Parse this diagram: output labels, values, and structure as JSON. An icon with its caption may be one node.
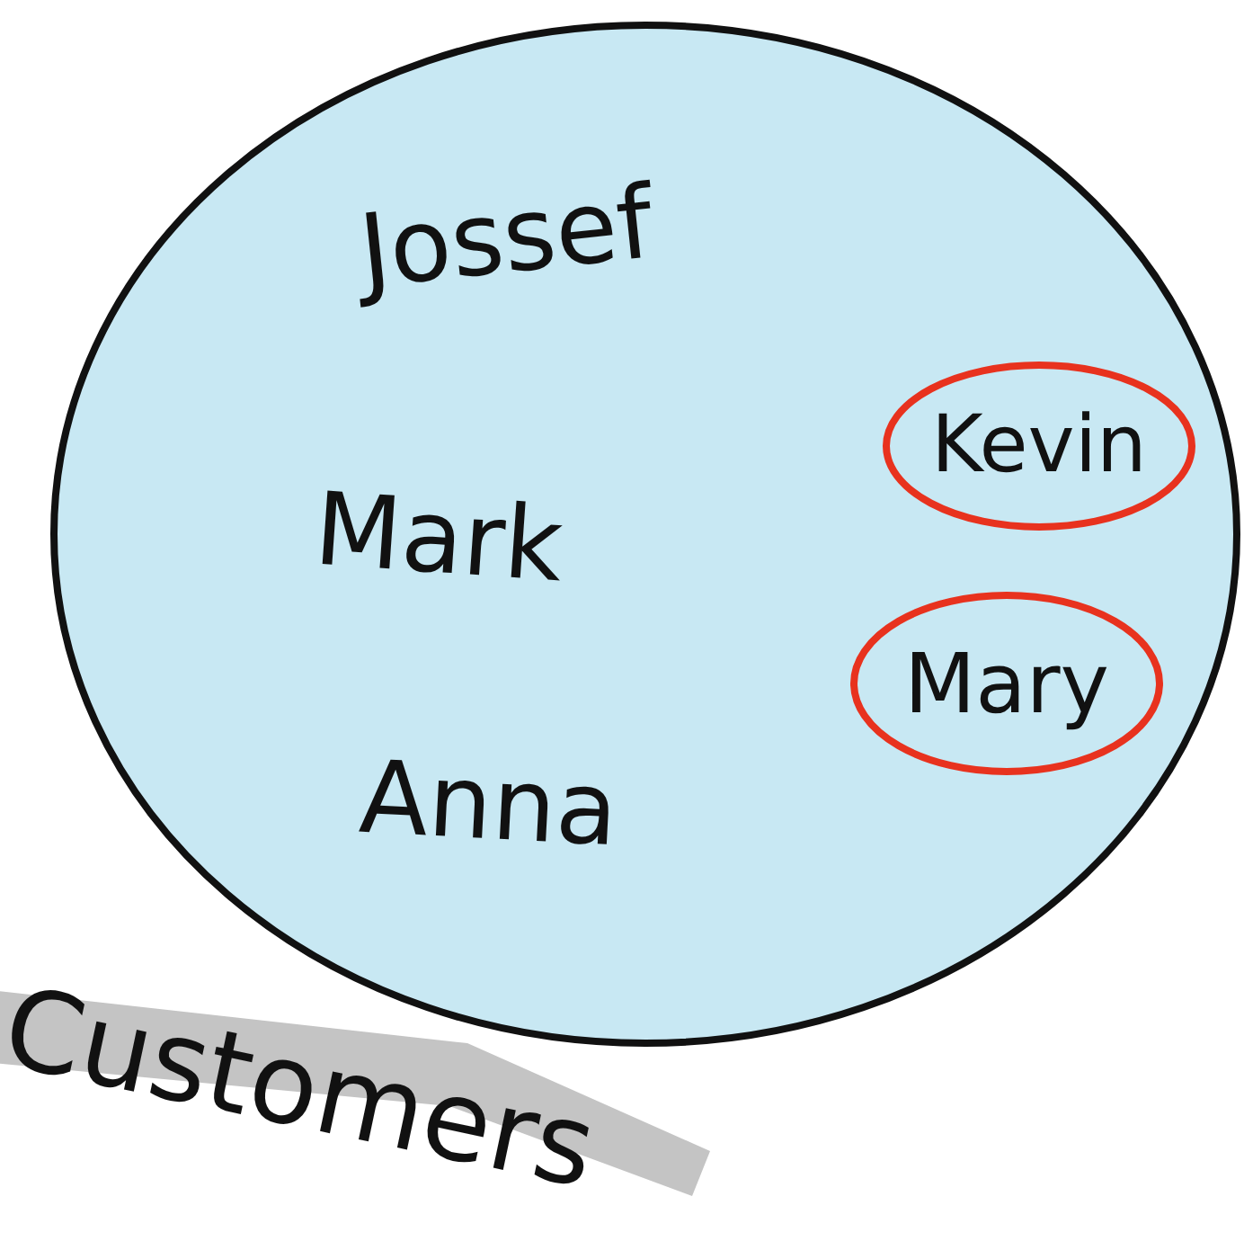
{
  "diagram": {
    "nodes": [
      {
        "text": [
          "Customers"
        ]
      },
      {
        "text": [
          "Kevin"
        ],
        "in": 0
      },
      {
        "text": [
          "Mary"
        ],
        "in": 0
      }
    ],
    "labels": [
      "Jossef",
      "Mark",
      "Anna"
    ]
  }
}
